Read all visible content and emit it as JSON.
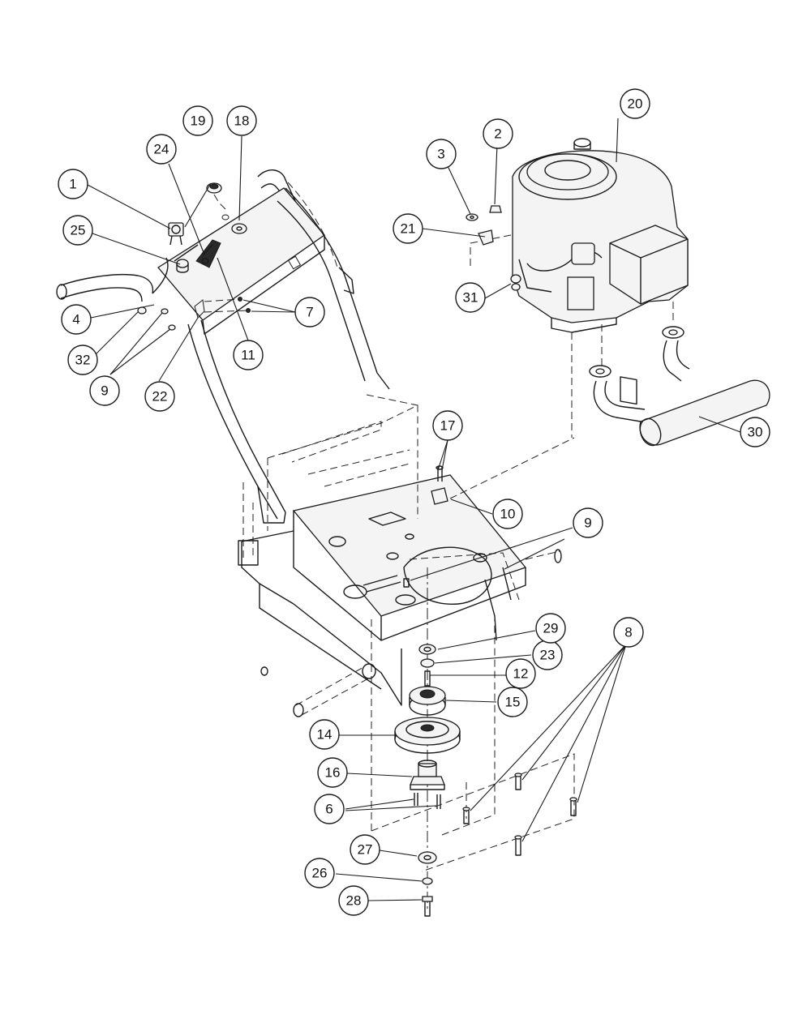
{
  "callouts": [
    {
      "id": "c1",
      "label": "1"
    },
    {
      "id": "c2",
      "label": "2"
    },
    {
      "id": "c3",
      "label": "3"
    },
    {
      "id": "c4",
      "label": "4"
    },
    {
      "id": "c6",
      "label": "6"
    },
    {
      "id": "c7",
      "label": "7"
    },
    {
      "id": "c8",
      "label": "8"
    },
    {
      "id": "c9a",
      "label": "9"
    },
    {
      "id": "c9b",
      "label": "9"
    },
    {
      "id": "c10",
      "label": "10"
    },
    {
      "id": "c11",
      "label": "11"
    },
    {
      "id": "c12",
      "label": "12"
    },
    {
      "id": "c14",
      "label": "14"
    },
    {
      "id": "c15",
      "label": "15"
    },
    {
      "id": "c16",
      "label": "16"
    },
    {
      "id": "c17",
      "label": "17"
    },
    {
      "id": "c18",
      "label": "18"
    },
    {
      "id": "c19",
      "label": "19"
    },
    {
      "id": "c20",
      "label": "20"
    },
    {
      "id": "c21",
      "label": "21"
    },
    {
      "id": "c22",
      "label": "22"
    },
    {
      "id": "c23",
      "label": "23"
    },
    {
      "id": "c24",
      "label": "24"
    },
    {
      "id": "c25",
      "label": "25"
    },
    {
      "id": "c26",
      "label": "26"
    },
    {
      "id": "c27",
      "label": "27"
    },
    {
      "id": "c28",
      "label": "28"
    },
    {
      "id": "c29",
      "label": "29"
    },
    {
      "id": "c30",
      "label": "30"
    },
    {
      "id": "c31",
      "label": "31"
    },
    {
      "id": "c32",
      "label": "32"
    }
  ]
}
